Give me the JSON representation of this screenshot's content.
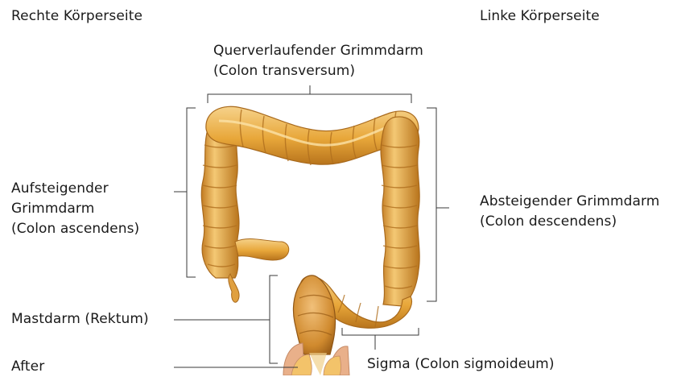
{
  "side_labels": {
    "right": "Rechte Körperseite",
    "left": "Linke Körperseite"
  },
  "parts": {
    "transverse": [
      "Querverlaufender Grimmdarm",
      "(Colon transversum)"
    ],
    "ascending": [
      "Aufsteigender",
      "Grimmdarm",
      "(Colon ascendens)"
    ],
    "descending": [
      "Absteigender Grimmdarm",
      "(Colon descendens)"
    ],
    "rectum": "Mastdarm (Rektum)",
    "sigmoid": "Sigma (Colon sigmoideum)",
    "anus": "After"
  },
  "colors": {
    "colon_fill": "#e8a73a",
    "colon_highlight": "#f6d28a",
    "colon_shadow": "#b8741c",
    "bracket_line": "#3a3a3a",
    "anus_tissue": "#e9b08a"
  }
}
